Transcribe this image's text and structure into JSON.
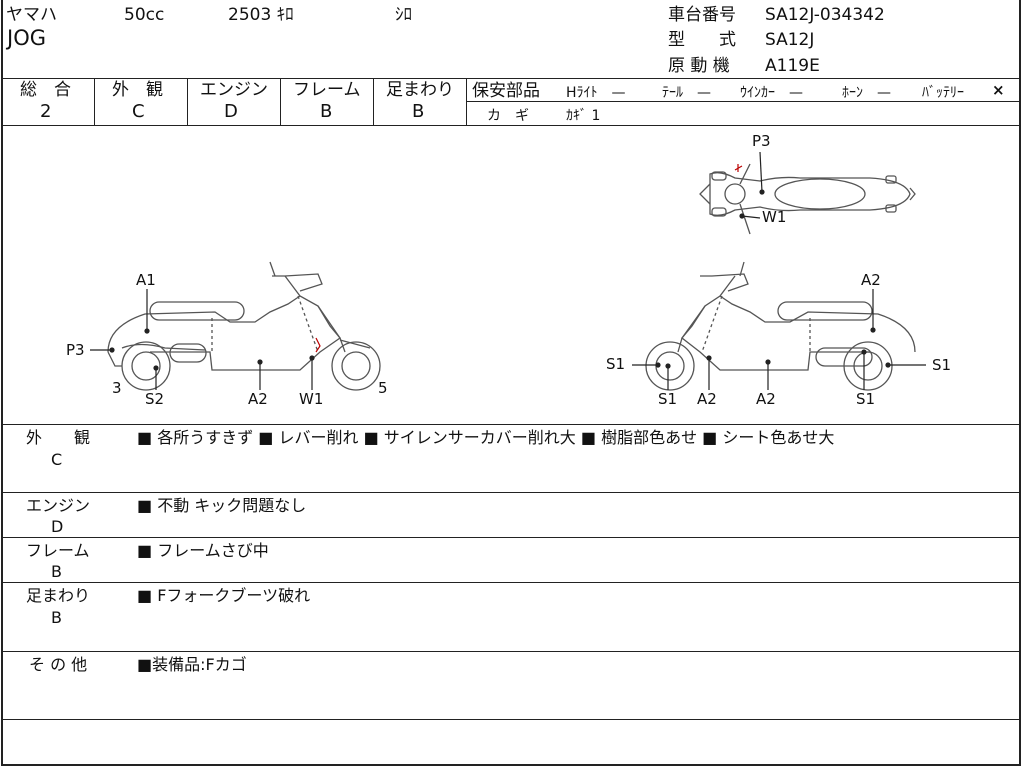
{
  "header": {
    "maker": "ヤマハ",
    "displacement": "50cc",
    "mileage": "2503 ｷﾛ",
    "color": "ｼﾛ",
    "model": "JOG",
    "frame_no_label": "車台番号",
    "frame_no": "SA12J-034342",
    "type_label": "型　　式",
    "type": "SA12J",
    "engine_label": "原 動 機",
    "engine": "A119E"
  },
  "grades": {
    "overall_label": "総　合",
    "overall": "2",
    "exterior_label": "外　観",
    "exterior": "C",
    "engine_label": "エンジン",
    "engine": "D",
    "frame_label": "フレーム",
    "frame": "B",
    "suspension_label": "足まわり",
    "suspension": "B"
  },
  "safety": {
    "label": "保安部品",
    "headlight": "Hﾗｲﾄ　—",
    "taillight": "ﾃｰﾙ　—",
    "winker": "ｳｲﾝｶｰ　—",
    "horn": "ﾎｰﾝ　—",
    "battery": "ﾊﾞｯﾃﾘｰ",
    "battery_mark": "×",
    "key_label": "カ　ギ",
    "key_value": "ｶｷﾞ 1"
  },
  "diagram_labels": {
    "top_p3": "P3",
    "top_w1": "W1",
    "l_a1": "A1",
    "l_p3": "P3",
    "l_3": "3",
    "l_s2": "S2",
    "l_a2": "A2",
    "l_w1": "W1",
    "l_5": "5",
    "r_a2_top": "A2",
    "r_s1_left": "S1",
    "r_s1_right": "S1",
    "r_s1_b1": "S1",
    "r_a2_b1": "A2",
    "r_a2_b2": "A2",
    "r_s1_b2": "S1"
  },
  "notes": {
    "exterior_label": "外　　観",
    "exterior_grade": "C",
    "exterior_text": "■ 各所うすきず ■ レバー削れ ■ サイレンサーカバー削れ大 ■ 樹脂部色あせ ■ シート色あせ大",
    "engine_label": "エンジン",
    "engine_grade": "D",
    "engine_text": "■ 不動 キック問題なし",
    "frame_label": "フレーム",
    "frame_grade": "B",
    "frame_text": "■ フレームさび中",
    "suspension_label": "足まわり",
    "suspension_grade": "B",
    "suspension_text": "■ Fフォークブーツ破れ",
    "other_label": "そ の 他",
    "other_text": "■装備品:Fカゴ"
  }
}
